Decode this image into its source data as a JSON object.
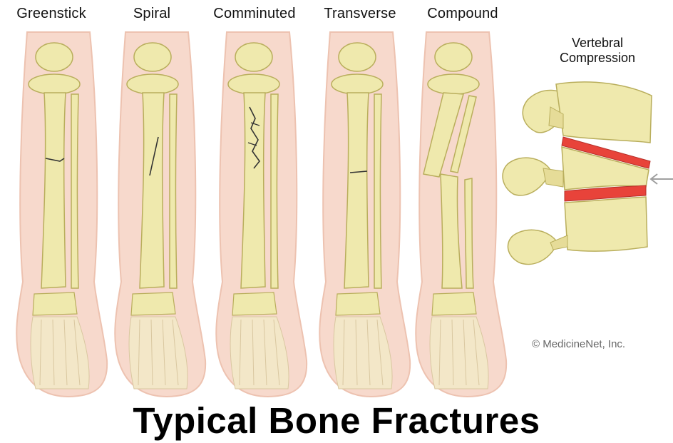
{
  "fracture_labels": [
    "Greenstick",
    "Spiral",
    "Comminuted",
    "Transverse",
    "Compound"
  ],
  "vertebral_label": [
    "Vertebral",
    "Compression"
  ],
  "copyright": "© MedicineNet, Inc.",
  "title": "Typical Bone Fractures",
  "colors": {
    "skin": "#f7d9cc",
    "skin_edge": "#edc2b0",
    "bone": "#efe9ad",
    "bone_edge": "#b9ae5c",
    "disc_red": "#e8433a",
    "arrow": "#a0a0a0"
  }
}
